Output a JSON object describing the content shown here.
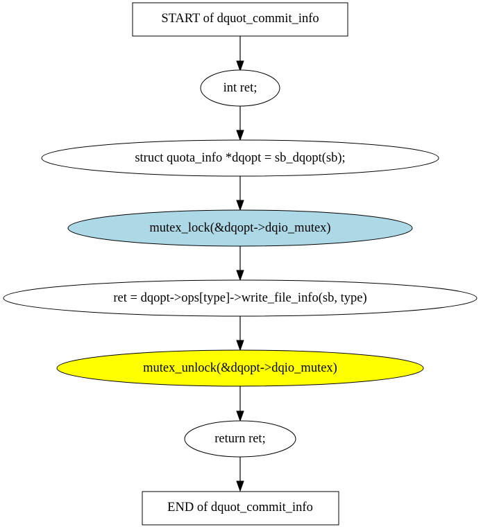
{
  "diagram": {
    "function_name": "dquot_commit_info",
    "nodes": [
      {
        "id": "start",
        "shape": "box",
        "label": "START of dquot_commit_info",
        "fill": "#ffffff"
      },
      {
        "id": "decl_ret",
        "shape": "ellipse",
        "label": "int ret;",
        "fill": "#ffffff"
      },
      {
        "id": "decl_dqopt",
        "shape": "ellipse",
        "label": "struct quota_info *dqopt = sb_dqopt(sb);",
        "fill": "#ffffff"
      },
      {
        "id": "lock",
        "shape": "ellipse",
        "label": "mutex_lock(&dqopt->dqio_mutex)",
        "fill": "#add8e6"
      },
      {
        "id": "write",
        "shape": "ellipse",
        "label": "ret = dqopt->ops[type]->write_file_info(sb, type)",
        "fill": "#ffffff"
      },
      {
        "id": "unlock",
        "shape": "ellipse",
        "label": "mutex_unlock(&dqopt->dqio_mutex)",
        "fill": "#ffff00"
      },
      {
        "id": "return",
        "shape": "ellipse",
        "label": "return ret;",
        "fill": "#ffffff"
      },
      {
        "id": "end",
        "shape": "box",
        "label": "END of dquot_commit_info",
        "fill": "#ffffff"
      }
    ],
    "edges": [
      {
        "from": "start",
        "to": "decl_ret"
      },
      {
        "from": "decl_ret",
        "to": "decl_dqopt"
      },
      {
        "from": "decl_dqopt",
        "to": "lock"
      },
      {
        "from": "lock",
        "to": "write"
      },
      {
        "from": "write",
        "to": "unlock"
      },
      {
        "from": "unlock",
        "to": "return"
      },
      {
        "from": "return",
        "to": "end"
      }
    ]
  }
}
